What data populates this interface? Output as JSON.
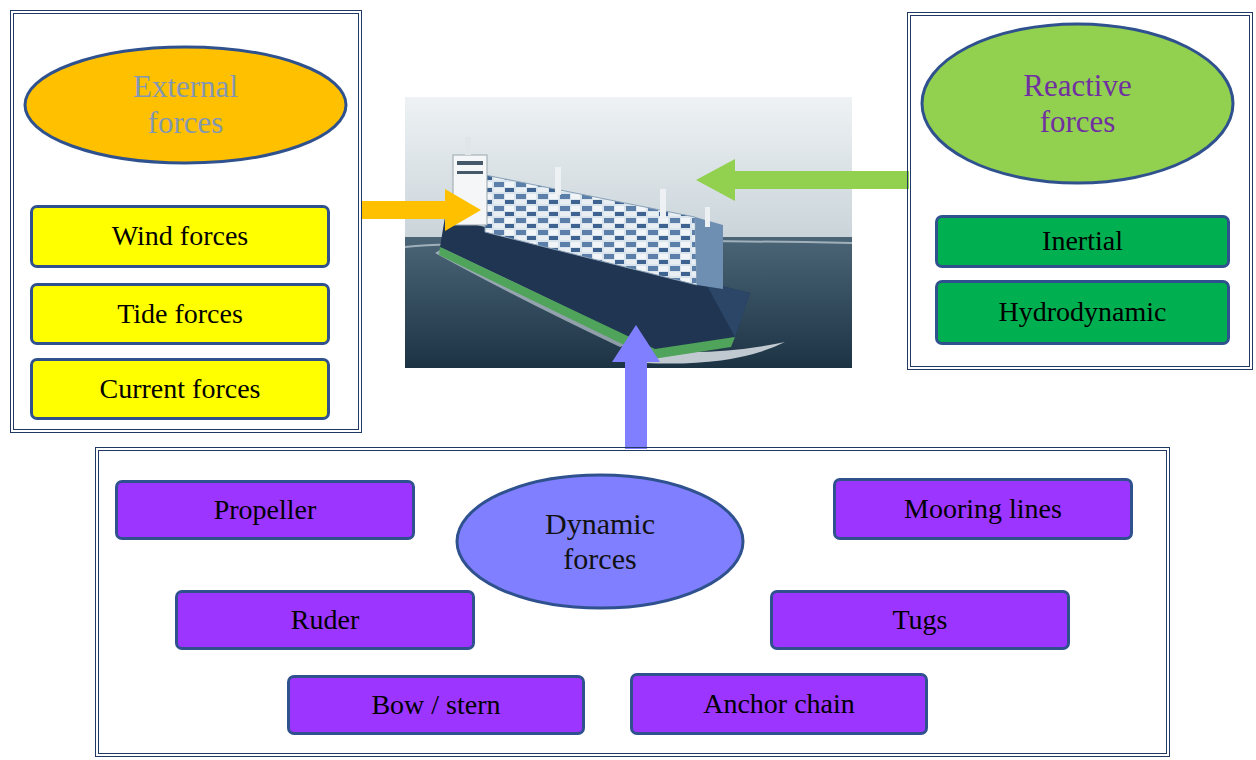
{
  "diagram": {
    "nodes": [
      {
        "text": []
      },
      {
        "text": [
          "External forces"
        ],
        "in": 0
      },
      {
        "text": [
          "Wind forces"
        ],
        "in": 0
      },
      {
        "text": [
          "Tide forces"
        ],
        "in": 0
      },
      {
        "text": [
          "Current forces"
        ],
        "in": 0
      },
      {
        "text": []
      },
      {
        "text": [
          "Reactive forces"
        ],
        "in": 5
      },
      {
        "text": [
          "Inertial"
        ],
        "in": 5
      },
      {
        "text": [
          "Hydrodynamic"
        ],
        "in": 5
      },
      {
        "text": []
      },
      {
        "text": [
          "Dynamic forces"
        ],
        "in": 9
      },
      {
        "text": [
          "Propeller"
        ],
        "in": 9
      },
      {
        "text": [
          "Mooring lines"
        ],
        "in": 9
      },
      {
        "text": [
          "Ruder"
        ],
        "in": 9
      },
      {
        "text": [
          "Tugs"
        ],
        "in": 9
      },
      {
        "text": [
          "Bow / stern"
        ],
        "in": 9
      },
      {
        "text": [
          "Anchor chain"
        ],
        "in": 9
      }
    ]
  }
}
